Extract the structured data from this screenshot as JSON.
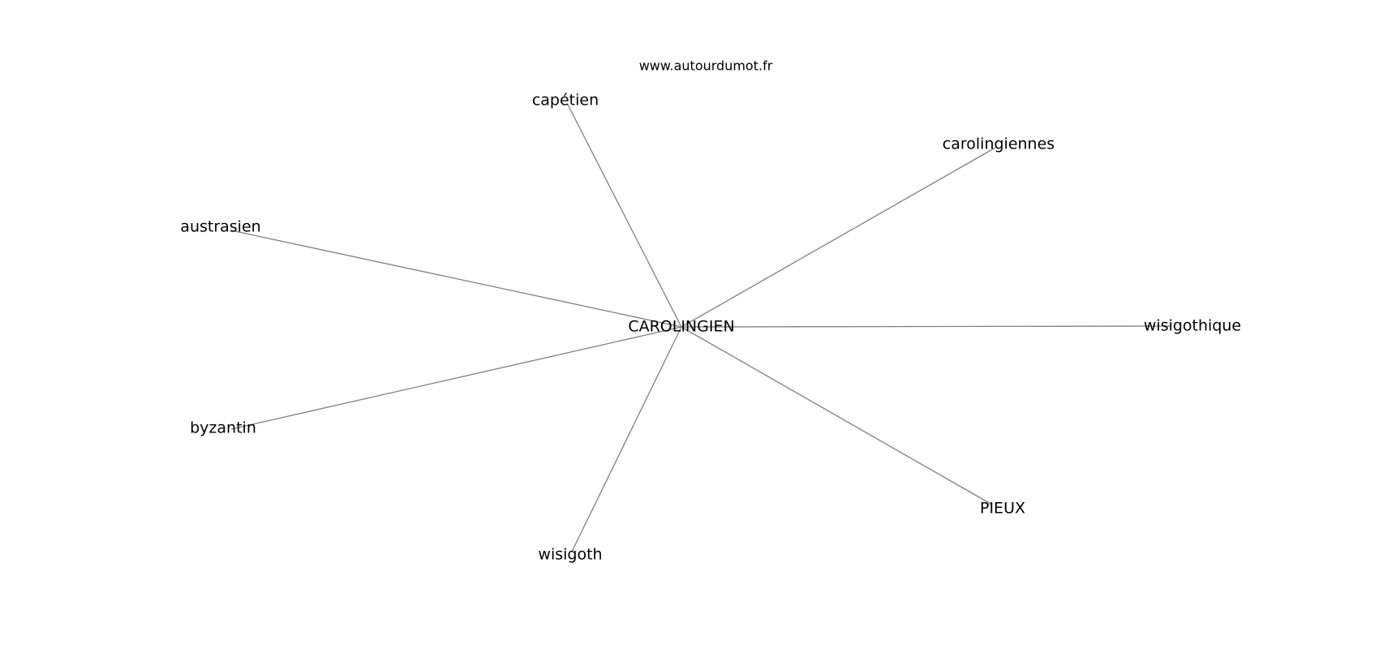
{
  "watermark": "www.autourdumot.fr",
  "graph": {
    "center": {
      "id": "CAROLINGIEN",
      "label": "CAROLINGIEN"
    },
    "nodes": [
      {
        "id": "capetien",
        "label": "capétien"
      },
      {
        "id": "carolingiennes",
        "label": "carolingiennes"
      },
      {
        "id": "austrasien",
        "label": "austrasien"
      },
      {
        "id": "wisigothique",
        "label": "wisigothique"
      },
      {
        "id": "byzantin",
        "label": "byzantin"
      },
      {
        "id": "pieux",
        "label": "PIEUX"
      },
      {
        "id": "wisigoth",
        "label": "wisigoth"
      }
    ],
    "edges": [
      {
        "from": "CAROLINGIEN",
        "to": "capetien"
      },
      {
        "from": "CAROLINGIEN",
        "to": "carolingiennes"
      },
      {
        "from": "CAROLINGIEN",
        "to": "austrasien"
      },
      {
        "from": "CAROLINGIEN",
        "to": "wisigothique"
      },
      {
        "from": "CAROLINGIEN",
        "to": "byzantin"
      },
      {
        "from": "CAROLINGIEN",
        "to": "pieux"
      },
      {
        "from": "CAROLINGIEN",
        "to": "wisigoth"
      }
    ],
    "colors": {
      "edge": "#808080",
      "text": "#000000",
      "background": "#ffffff"
    }
  }
}
